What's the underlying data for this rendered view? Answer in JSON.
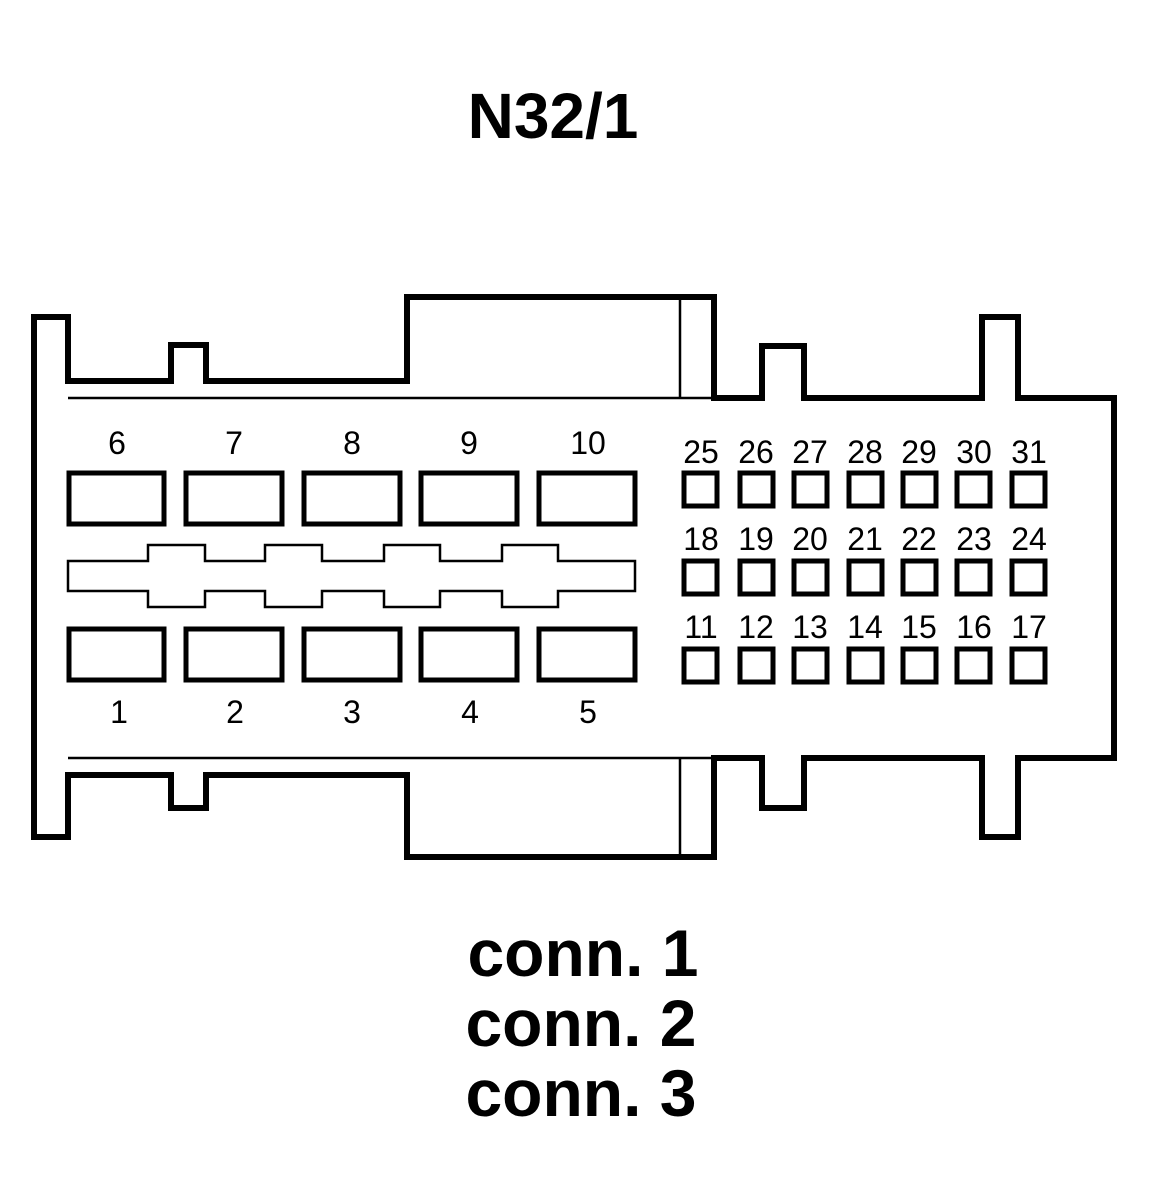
{
  "title": "N32/1",
  "large_pins": {
    "top_row": [
      "6",
      "7",
      "8",
      "9",
      "10"
    ],
    "bottom_row": [
      "1",
      "2",
      "3",
      "4",
      "5"
    ]
  },
  "small_pins": {
    "row1": [
      "25",
      "26",
      "27",
      "28",
      "29",
      "30",
      "31"
    ],
    "row2": [
      "18",
      "19",
      "20",
      "21",
      "22",
      "23",
      "24"
    ],
    "row3": [
      "11",
      "12",
      "13",
      "14",
      "15",
      "16",
      "17"
    ]
  },
  "connectors": [
    "conn. 1",
    "conn. 2",
    "conn. 3"
  ]
}
